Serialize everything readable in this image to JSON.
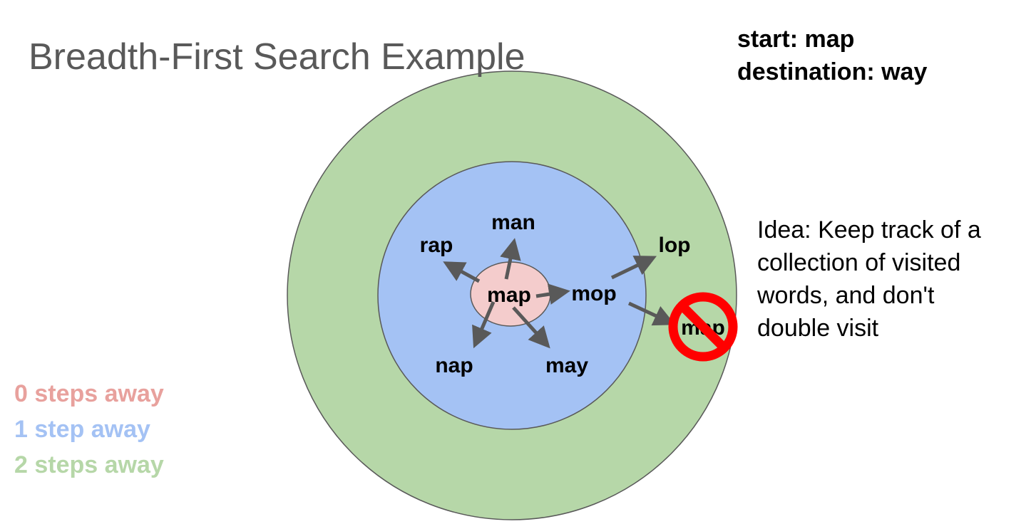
{
  "title": "Breadth-First Search Example",
  "info": {
    "start": "start: map",
    "destination": "destination: way"
  },
  "idea": {
    "line1": "Idea: Keep track of a",
    "line2": "collection of visited",
    "line3": "words, and don't",
    "line4": "double visit"
  },
  "legend": {
    "level0": "0 steps away",
    "level1": "1 step away",
    "level2": "2 steps away"
  },
  "nodes": {
    "center": "map",
    "man": "man",
    "rap": "rap",
    "mop": "mop",
    "nap": "nap",
    "may": "may",
    "lop": "lop",
    "revisit": "map"
  },
  "colors": {
    "level0": "#f4cccc",
    "level1": "#a4c2f4",
    "level2": "#b6d7a8",
    "arrow": "#595959",
    "forbidden": "#ff0000"
  }
}
